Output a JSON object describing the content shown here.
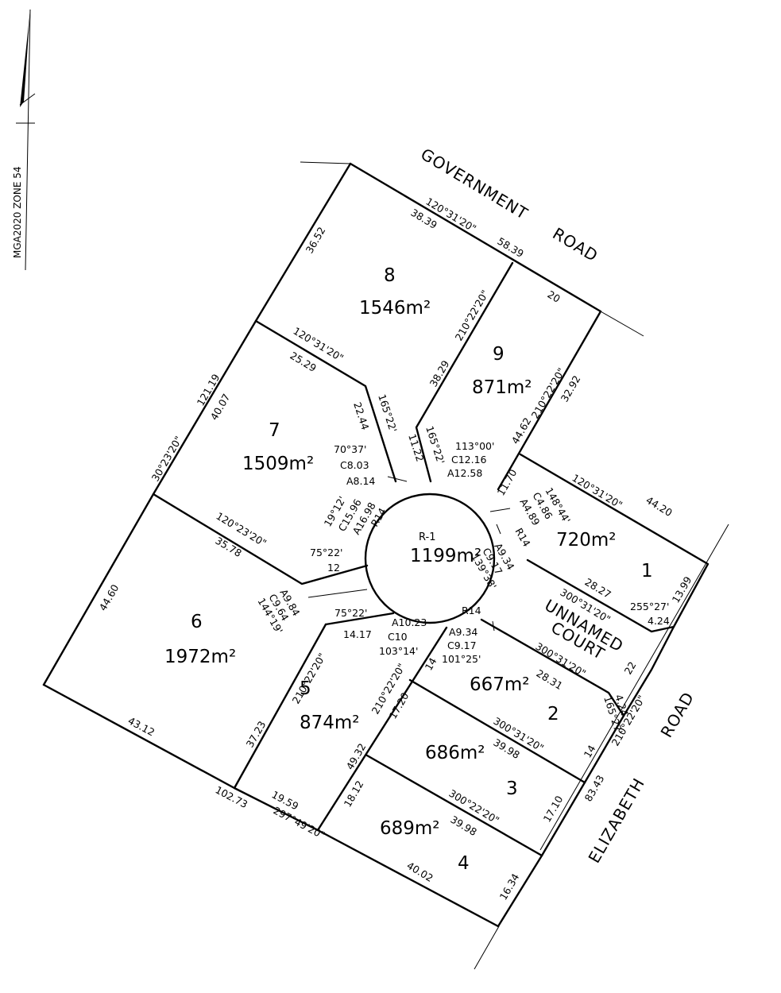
{
  "north": {
    "datum_label": "MGA2020 ZONE 54"
  },
  "roads": {
    "government": [
      "GOVERNMENT",
      "ROAD"
    ],
    "elizabeth": [
      "ELIZABETH",
      "ROAD"
    ],
    "unnamed": [
      "UNNAMED",
      "COURT"
    ]
  },
  "lots": [
    {
      "number": "1",
      "area": "720m²"
    },
    {
      "number": "2",
      "area": "667m²"
    },
    {
      "number": "3",
      "area": "686m²"
    },
    {
      "number": "4",
      "area": "689m²"
    },
    {
      "number": "5",
      "area": "874m²"
    },
    {
      "number": "6",
      "area": "1972m²"
    },
    {
      "number": "7",
      "area": "1509m²"
    },
    {
      "number": "8",
      "area": "1546m²"
    },
    {
      "number": "9",
      "area": "871m²"
    },
    {
      "number": "R-1",
      "area": "1199m²"
    }
  ],
  "dimensions": {
    "gov_bearing": "120°31'20\"",
    "gov_38_39": "38.39",
    "gov_58_39": "58.39",
    "gov_20": "20",
    "l8_w": "36.52",
    "w_total": "121.19",
    "w_40_07": "40.07",
    "w_bearing": "30°23'20\"",
    "w_44_60": "44.60",
    "l7_top_b": "120°31'20\"",
    "l7_top_d": "25.29",
    "l8_9_b": "210°22'20\"",
    "l8_9_d": "38.29",
    "l9_e_b": "210°22'20\"",
    "l9_e_d": "32.92",
    "l9_s": "44.62",
    "l7_8_b": "165°22'",
    "l7_8_d": "22.44",
    "l89_b": "165°22'",
    "l89_d": "11.22",
    "arc7_a": "70°37'",
    "arc7_c": "C8.03",
    "arc7_arc": "A8.14",
    "arc9_a": "113°00'",
    "arc9_c": "C12.16",
    "arc9_arc": "A12.58",
    "l9_1": "11.70",
    "arc1_a": "148°44'",
    "arc1_c": "C4.86",
    "arc1_arc": "A4.89",
    "l1_n_b": "120°31'20\"",
    "l1_n_d": "44.20",
    "l1_e": "13.99",
    "l1_sw": "28.27",
    "l1_c_b": "255°27'",
    "l1_c_d": "4.24",
    "l1_s_b": "300°31'20\"",
    "ct_22": "22",
    "arc_r_a": "A9.34",
    "arc_r_c": "C9.17",
    "arc_r_ang": "139°38'",
    "r14_1": "R14",
    "r14_2": "R14",
    "r14_3": "R14",
    "arc67_a": "19°12'",
    "arc67_c": "C15.96",
    "arc67_arc": "A16.98",
    "l67_b": "120°23'20\"",
    "l67_d": "35.78",
    "l67_ang": "75°22'",
    "l67_12": "12",
    "arc6_arc": "A9.84",
    "arc6_c": "C9.64",
    "arc6_a": "144°19'",
    "l56_ang": "75°22'",
    "l5_n": "14.17",
    "arc5_arc": "A10.23",
    "arc5_c": "C10",
    "arc5_a": "103°14'",
    "arc2_arc": "A9.34",
    "arc2_c": "C9.17",
    "arc2_a": "101°25'",
    "l5_14": "14",
    "l2_n_b": "300°31'20\"",
    "l2_n_d": "28.31",
    "l2_e_b": "165°27'",
    "l2_e_d": "4.24",
    "l2_s_b": "300°31'20\"",
    "l2_s_d": "39.98",
    "e_14": "14",
    "e_bearing": "210°22'20\"",
    "e_total": "83.43",
    "l3_e": "17.10",
    "l3_s_b": "300°22'20\"",
    "l3_s_d": "39.98",
    "l4_e": "16.34",
    "l4_s": "40.02",
    "l56_b": "210°22'20\"",
    "l56_d": "37.23",
    "l5e_b": "210°22'20\"",
    "l5e_d": "17.20",
    "l5e_total": "49.32",
    "l45_d": "18.12",
    "s_bearing": "297°49'20\"",
    "s_total": "102.73",
    "s_19_59": "19.59",
    "s_43_12": "43.12"
  }
}
